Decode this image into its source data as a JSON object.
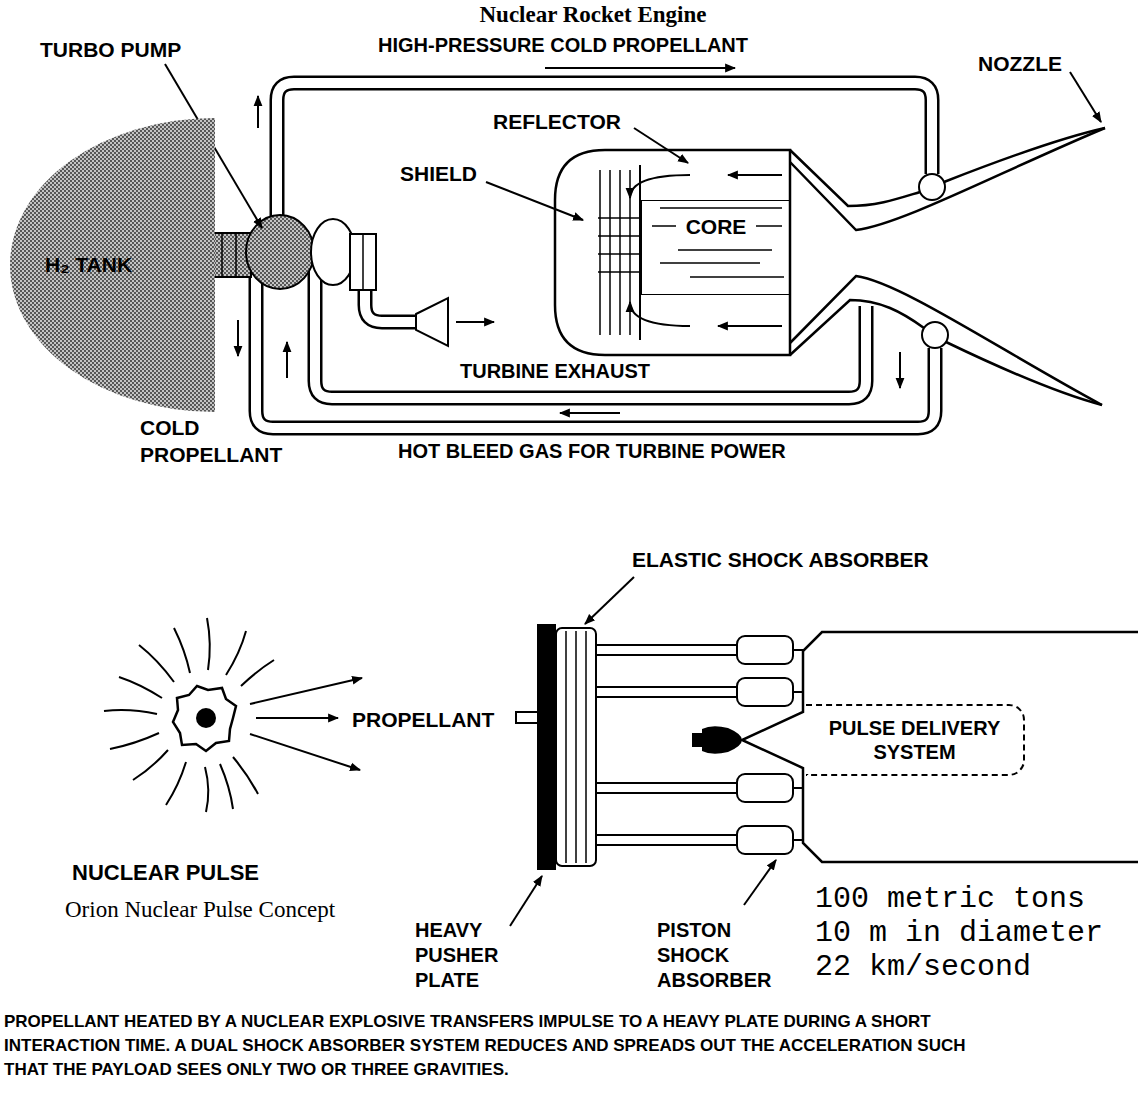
{
  "diagram": {
    "title": "Nuclear Rocket Engine",
    "caption": "PROPELLANT HEATED BY A NUCLEAR EXPLOSIVE TRANSFERS IMPULSE TO A HEAVY PLATE DURING A SHORT INTERACTION TIME. A DUAL SHOCK ABSORBER SYSTEM REDUCES AND SPREADS OUT THE ACCELERATION SUCH THAT THE PAYLOAD SEES ONLY TWO OR THREE GRAVITIES.",
    "nodes": [
      {
        "text": [
          "H₂ TANK"
        ]
      },
      {
        "text": [
          "CORE"
        ]
      },
      {
        "text": [
          "PULSE DELIVERY SYSTEM"
        ]
      }
    ],
    "labels": [
      "TURBO PUMP",
      "HIGH-PRESSURE COLD PROPELLANT",
      "NOZZLE",
      "REFLECTOR",
      "SHIELD",
      "TURBINE EXHAUST",
      "COLD PROPELLANT",
      "HOT BLEED GAS FOR TURBINE POWER",
      "ELASTIC SHOCK ABSORBER",
      "PROPELLANT",
      "NUCLEAR PULSE",
      "Orion Nuclear Pulse Concept",
      "HEAVY PUSHER PLATE",
      "PISTON SHOCK ABSORBER",
      "100 metric tons",
      "10 m in diameter",
      "22 km/second"
    ]
  }
}
